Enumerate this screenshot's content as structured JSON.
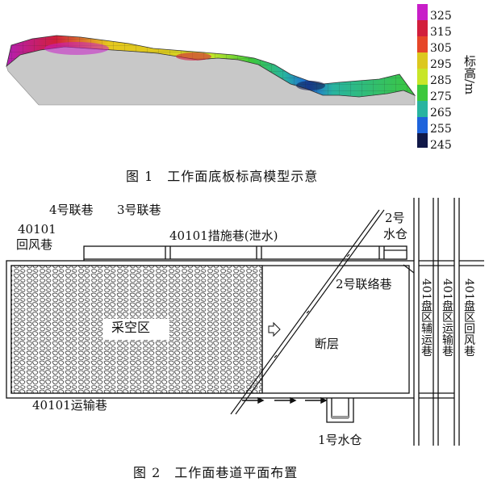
{
  "figure1": {
    "caption": "图 1　工作面底板标高模型示意",
    "scale": {
      "title": "标高/m",
      "ticks": [
        "325",
        "315",
        "305",
        "295",
        "285",
        "275",
        "265",
        "255",
        "245"
      ],
      "colors": [
        "#c81ec8",
        "#d21e3c",
        "#e64628",
        "#dcc81e",
        "#c8e628",
        "#3cc83c",
        "#28b4a0",
        "#1e64dc",
        "#101848"
      ]
    }
  },
  "figure2": {
    "caption": "图 2　工作面巷道平面布置",
    "labels": {
      "tunnel4": "4号联巷",
      "tunnel3": "3号联巷",
      "return_top": "40101",
      "return_bottom": "回风巷",
      "measure": "40101措施巷(泄水)",
      "sump2_top": "2号",
      "sump2_bottom": "水仓",
      "contact2": "2号联络巷",
      "goaf": "采空区",
      "fault": "断层",
      "transport": "40101运输巷",
      "sump1": "1号水仓",
      "aux": "401盘区辅运巷",
      "main_transport": "401盘区运输巷",
      "main_return": "401盘区回风巷"
    }
  }
}
